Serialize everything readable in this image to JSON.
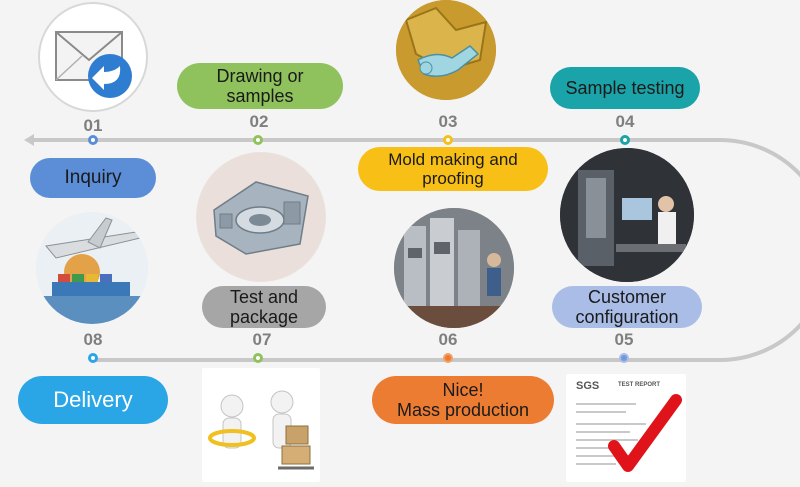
{
  "steps": [
    {
      "number": "01",
      "label": "Inquiry",
      "color": "#5b8ed6",
      "image": "envelope-reply-icon"
    },
    {
      "number": "02",
      "label": "Drawing or\nsamples",
      "color": "#8fc25c",
      "image": "metal-part-render"
    },
    {
      "number": "03",
      "label": "Mold making and\nproofing",
      "color": "#f8bf16",
      "image": "gold-mold-part"
    },
    {
      "number": "04",
      "label": "Sample testing",
      "color": "#1aa3a8",
      "image": "testing-lab-photo"
    },
    {
      "number": "05",
      "label": "Customer\nconfiguration",
      "color": "#a9bde7",
      "image": "sgs-test-report"
    },
    {
      "number": "06",
      "label": "Nice!\nMass production",
      "color": "#ed7c33",
      "image": "factory-machines-photo"
    },
    {
      "number": "07",
      "label": "Test and\npackage",
      "color": "#a6a6a6",
      "image": "workers-with-boxes"
    },
    {
      "number": "08",
      "label": "Delivery",
      "color": "#2aa6e6",
      "image": "airplane-ship-globe"
    }
  ],
  "report": {
    "brand": "SGS",
    "title": "TEST REPORT"
  },
  "colors": {
    "track": "#bfbfbf",
    "number": "#7f7f7f"
  }
}
